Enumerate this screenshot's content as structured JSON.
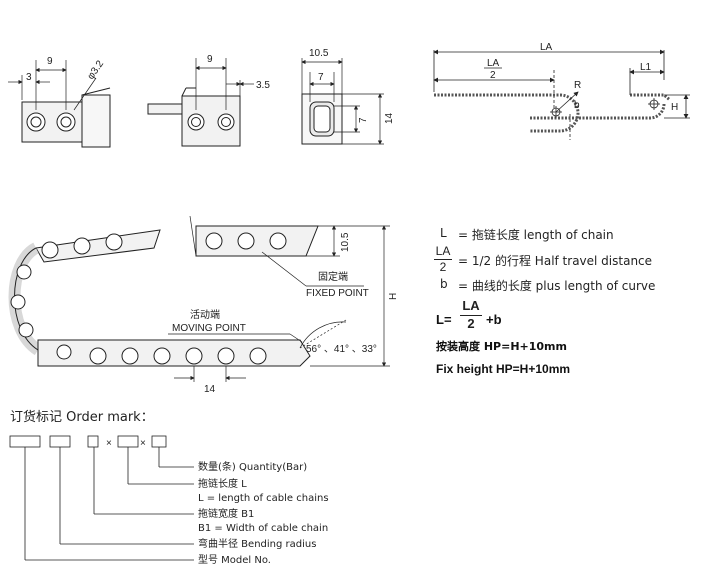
{
  "top_views": {
    "v1": {
      "d_9": "9",
      "d_3": "3",
      "d_32": "φ3.2"
    },
    "v2": {
      "d_9": "9",
      "d_35": "3.5"
    },
    "v3": {
      "d_105": "10.5",
      "d_7w": "7",
      "d_7h": "7",
      "d_14": "14"
    },
    "v4": {
      "la": "LA",
      "la_num": "LA",
      "la_den": "2",
      "r": "R",
      "b": "b",
      "l1": "L1",
      "h": "H"
    }
  },
  "chain_view": {
    "fixed_cn": "固定端",
    "fixed_en": "FIXED POINT",
    "moving_cn": "活动端",
    "moving_en": "MOVING POINT",
    "d_105": "10.5",
    "d_h": "H",
    "d_14": "14",
    "angles": "56° 、41° 、33°"
  },
  "legend": {
    "l_sym": "L",
    "l_text": "= 拖链长度  length of chain",
    "la_num": "LA",
    "la_den": "2",
    "la_text": "= 1/2 的行程  Half travel distance",
    "b_sym": "b",
    "b_text": "= 曲线的长度  plus length of curve",
    "f_l": "L=",
    "f_num": "LA",
    "f_den": "2",
    "f_plus": "+b",
    "hp_cn": "按装高度 HP=H+10mm",
    "hp_en": "Fix height HP=H+10mm"
  },
  "order": {
    "title": "订货标记 Order mark：",
    "x1": "×",
    "x2": "×",
    "l1": "数量(条) Quantity(Bar)",
    "l2": "拖链长度 L",
    "l3": "L = length of cable chains",
    "l4": "拖链宽度 B1",
    "l5": "B1 = Width of cable chain",
    "l6": "弯曲半径 Bending radius",
    "l7": "型号 Model No."
  }
}
